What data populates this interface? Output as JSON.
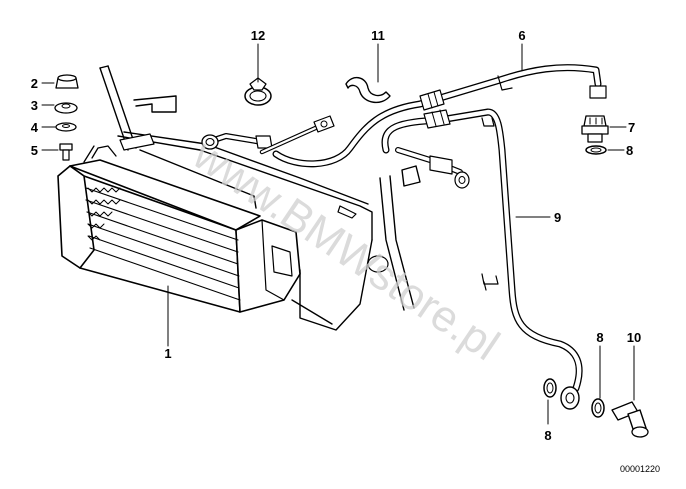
{
  "callouts": {
    "c1": "1",
    "c2": "2",
    "c3": "3",
    "c4": "4",
    "c5": "5",
    "c6": "6",
    "c7": "7",
    "c8a": "8",
    "c8b": "8",
    "c8c": "8",
    "c9": "9",
    "c10": "10",
    "c11": "11",
    "c12": "12"
  },
  "watermark": "www.BMWstore.pl",
  "diagram_number": "00001220"
}
